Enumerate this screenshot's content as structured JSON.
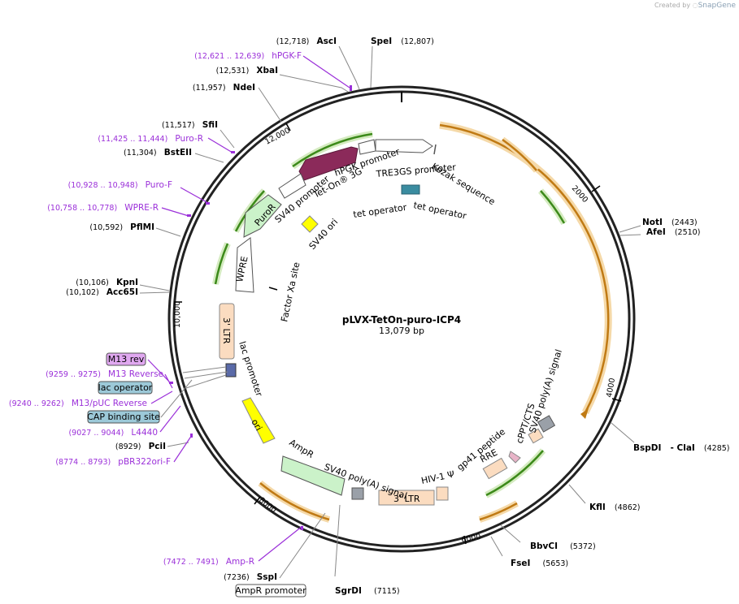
{
  "watermark": {
    "prefix": "Created by",
    "brand": "SnapGene"
  },
  "plasmid": {
    "name": "pLVX-TetOn-puro-ICP4",
    "size": "13,079 bp"
  },
  "colors": {
    "backbone": "#222222",
    "orange": "#e8a33a",
    "green": "#5aa02c",
    "primer": "#9b30d9",
    "maroon": "#8b2a5a"
  },
  "ticks": [
    "2000",
    "4000",
    "6000",
    "8000",
    "10,000",
    "12,000"
  ],
  "enzymes_left": [
    {
      "pos": "(12,718)",
      "name": "AscI"
    },
    {
      "pos": "(12,531)",
      "name": "XbaI"
    },
    {
      "pos": "(11,957)",
      "name": "NdeI"
    },
    {
      "pos": "(11,517)",
      "name": "SfiI"
    },
    {
      "pos": "(11,304)",
      "name": "BstEII"
    },
    {
      "pos": "(10,592)",
      "name": "PflMI"
    },
    {
      "pos": "(10,106)",
      "name": "KpnI"
    },
    {
      "pos": "(10,102)",
      "name": "Acc65I"
    },
    {
      "pos": "(8929)",
      "name": "PciI"
    },
    {
      "pos": "(7236)",
      "name": "SspI"
    }
  ],
  "enzymes_right": [
    {
      "name": "SpeI",
      "pos": "(12,807)"
    },
    {
      "name": "NotI",
      "pos": "(2443)"
    },
    {
      "name": "AfeI",
      "pos": "(2510)"
    },
    {
      "name": "BspDI",
      "pos": "- ClaI"
    },
    {
      "name": "KflI",
      "pos": "(4862)"
    },
    {
      "name": "BbvCI",
      "pos": "(5372)"
    },
    {
      "name": "FseI",
      "pos": "(5653)"
    },
    {
      "name": "SgrDI",
      "pos": "(7115)"
    }
  ],
  "claI_pos": "(4285)",
  "primers": [
    {
      "pos": "(12,621 .. 12,639)",
      "name": "hPGK-F"
    },
    {
      "pos": "(11,425 .. 11,444)",
      "name": "Puro-R"
    },
    {
      "pos": "(10,928 .. 10,948)",
      "name": "Puro-F"
    },
    {
      "pos": "(10,758 .. 10,778)",
      "name": "WPRE-R"
    },
    {
      "pos": "(9259 .. 9275)",
      "name": "M13 Reverse"
    },
    {
      "pos": "(9240 .. 9262)",
      "name": "M13/pUC Reverse"
    },
    {
      "pos": "(9027 .. 9044)",
      "name": "L4440"
    },
    {
      "pos": "(8774 .. 8793)",
      "name": "pBR322ori-F"
    },
    {
      "pos": "(7472 .. 7491)",
      "name": "Amp-R"
    }
  ],
  "boxed_features": [
    {
      "name": "M13 rev"
    },
    {
      "name": "lac operator"
    },
    {
      "name": "CAP binding site"
    },
    {
      "name": "AmpR promoter"
    }
  ],
  "features": {
    "hpgk_promoter": "hPGK promoter",
    "tre3gs_promoter": "TRE3GS promoter",
    "kozak": "Kozak sequence",
    "teton": "Tet-On® 3G",
    "sv40_promoter": "SV40 promoter",
    "puror": "PuroR",
    "sv40_ori": "SV40 ori",
    "tet_operator_1": "tet operator",
    "tet_operator_2": "tet operator",
    "wpre": "WPRE",
    "factor_xa": "Factor Xa site",
    "ltr_left": "3' LTR",
    "lac_promoter": "lac promoter",
    "ori": "ori",
    "ampr": "AmpR",
    "sv40_polya_bottom": "SV40 poly(A) signal",
    "ltr_bottom": "3' LTR",
    "hiv_psi": "HIV-1 Ψ",
    "gp41": "gp41 peptide",
    "rre": "RRE",
    "cppt": "cPPT/CTS",
    "sv40_polya_right": "SV40 poly(A) signal"
  }
}
